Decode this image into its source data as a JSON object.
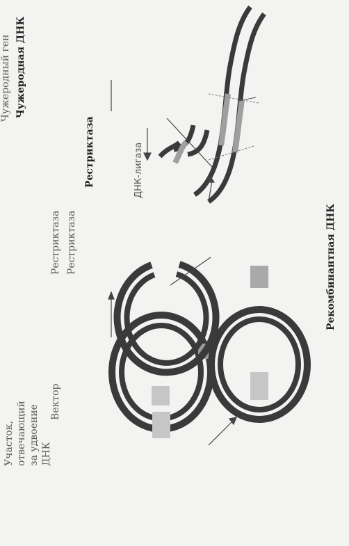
{
  "labels": {
    "site_line1": "Участок,",
    "site_line2": "отвечающий",
    "site_line3": "за удвоение",
    "site_line4": "ДНК",
    "vector": "Вектор",
    "restrictase_1": "Рестриктаза",
    "restrictase_2": "Рестриктаза",
    "restrictase_3": "Рестриктаза",
    "foreign_dna": "Чужеродная ДНК",
    "foreign_gene": "Чужеродный ген",
    "dna_ligase": "ДНК-лигаза",
    "recombinant_dna": "Рекомбинантная ДНК"
  },
  "colors": {
    "dna_strand": "#3a3a3a",
    "gene_segment": "#a9a9a9",
    "replication_site": "#c6c6c6",
    "label_text": "#5a5a5a"
  }
}
